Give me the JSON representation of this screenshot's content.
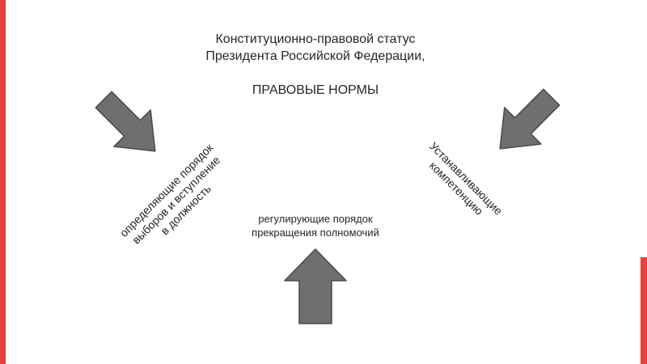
{
  "colors": {
    "accent": "#e8413c",
    "arrow_fill": "#6f6f6f",
    "arrow_stroke": "#4a4a4a",
    "text": "#262626"
  },
  "title": {
    "line1": "Конституционно-правовой статус",
    "line2": "Президента Российской Федерации,",
    "line3": "ПРАВОВЫЕ НОРМЫ"
  },
  "branches": {
    "left": {
      "line1": "определяющие порядок",
      "line2": "выборов и вступление",
      "line3": "в должность"
    },
    "right": {
      "line1": "Устанавливающие",
      "line2": "компетенцию"
    },
    "bottom": {
      "line1": "регулирующие порядок",
      "line2": "прекращения полномочий"
    }
  },
  "icons": {
    "left_arrow": "arrow-down-right-icon",
    "right_arrow": "arrow-down-left-icon",
    "bottom_arrow": "arrow-up-icon"
  }
}
